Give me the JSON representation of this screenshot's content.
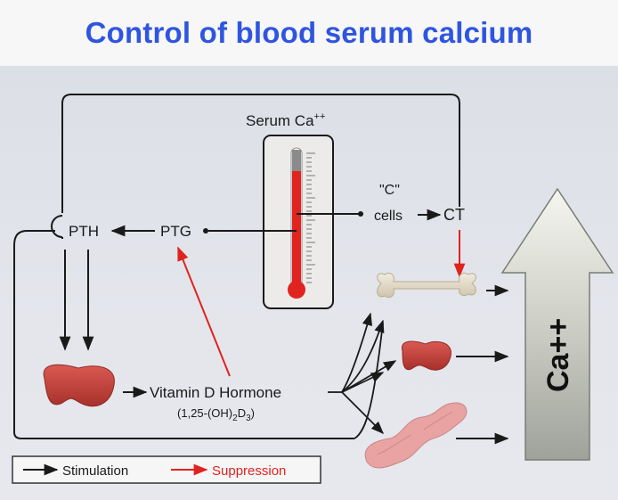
{
  "title": "Control of blood serum calcium",
  "labels": {
    "serum": "Serum Ca",
    "serum_sup": "++",
    "c_cells_line1": "\"C\"",
    "c_cells_line2": "cells",
    "ct": "CT",
    "pth": "PTH",
    "ptg": "PTG",
    "vitamin_d": "Vitamin D Hormone",
    "vitd_formula_a": "(1,25-(OH)",
    "vitd_formula_sub2": "2",
    "vitd_formula_b": "D",
    "vitd_formula_sub3": "3",
    "vitd_formula_c": ")",
    "arrow_text": "Ca++"
  },
  "legend": {
    "stimulation": "Stimulation",
    "suppression": "Suppression"
  },
  "colors": {
    "title": "#2f55e0",
    "suppression": "#e0231e",
    "stimulation": "#1a1a1a",
    "mercury": "#e0231e",
    "bone": "#e3dcc6",
    "kidney": "#c8403a",
    "intestine": "#e9a3a3"
  },
  "icons": [
    "thermometer-icon",
    "bone-icon",
    "kidney-icon",
    "intestine-icon",
    "calcium-arrow-icon"
  ]
}
